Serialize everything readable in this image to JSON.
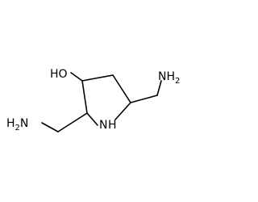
{
  "molecule": {
    "labels": {
      "hydroxyl": "HO",
      "amine_left_h": "H",
      "amine_left_sub": "2",
      "amine_left_n": "N",
      "amine_right_n": "NH",
      "amine_right_sub": "2",
      "ring_n": "N",
      "ring_h": "H"
    }
  }
}
